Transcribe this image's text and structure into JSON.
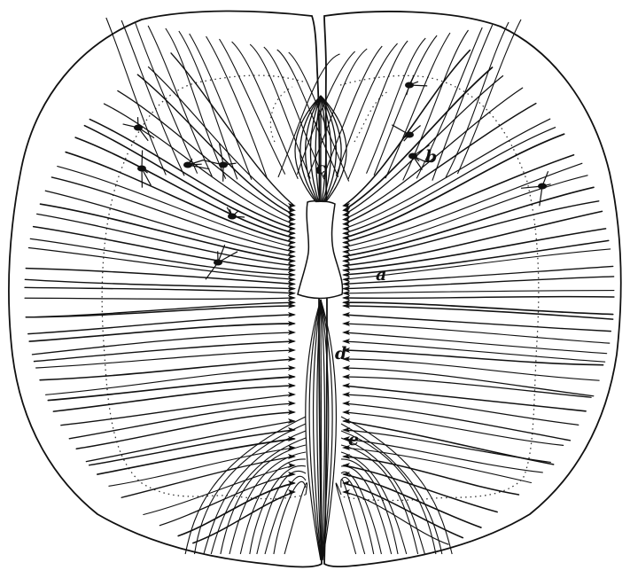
{
  "figure": {
    "labels": {
      "a": "a",
      "b": "b",
      "c": "c",
      "d": "d",
      "e": "e"
    }
  },
  "colors": {
    "ink": "#111111",
    "paper": "#ffffff"
  }
}
